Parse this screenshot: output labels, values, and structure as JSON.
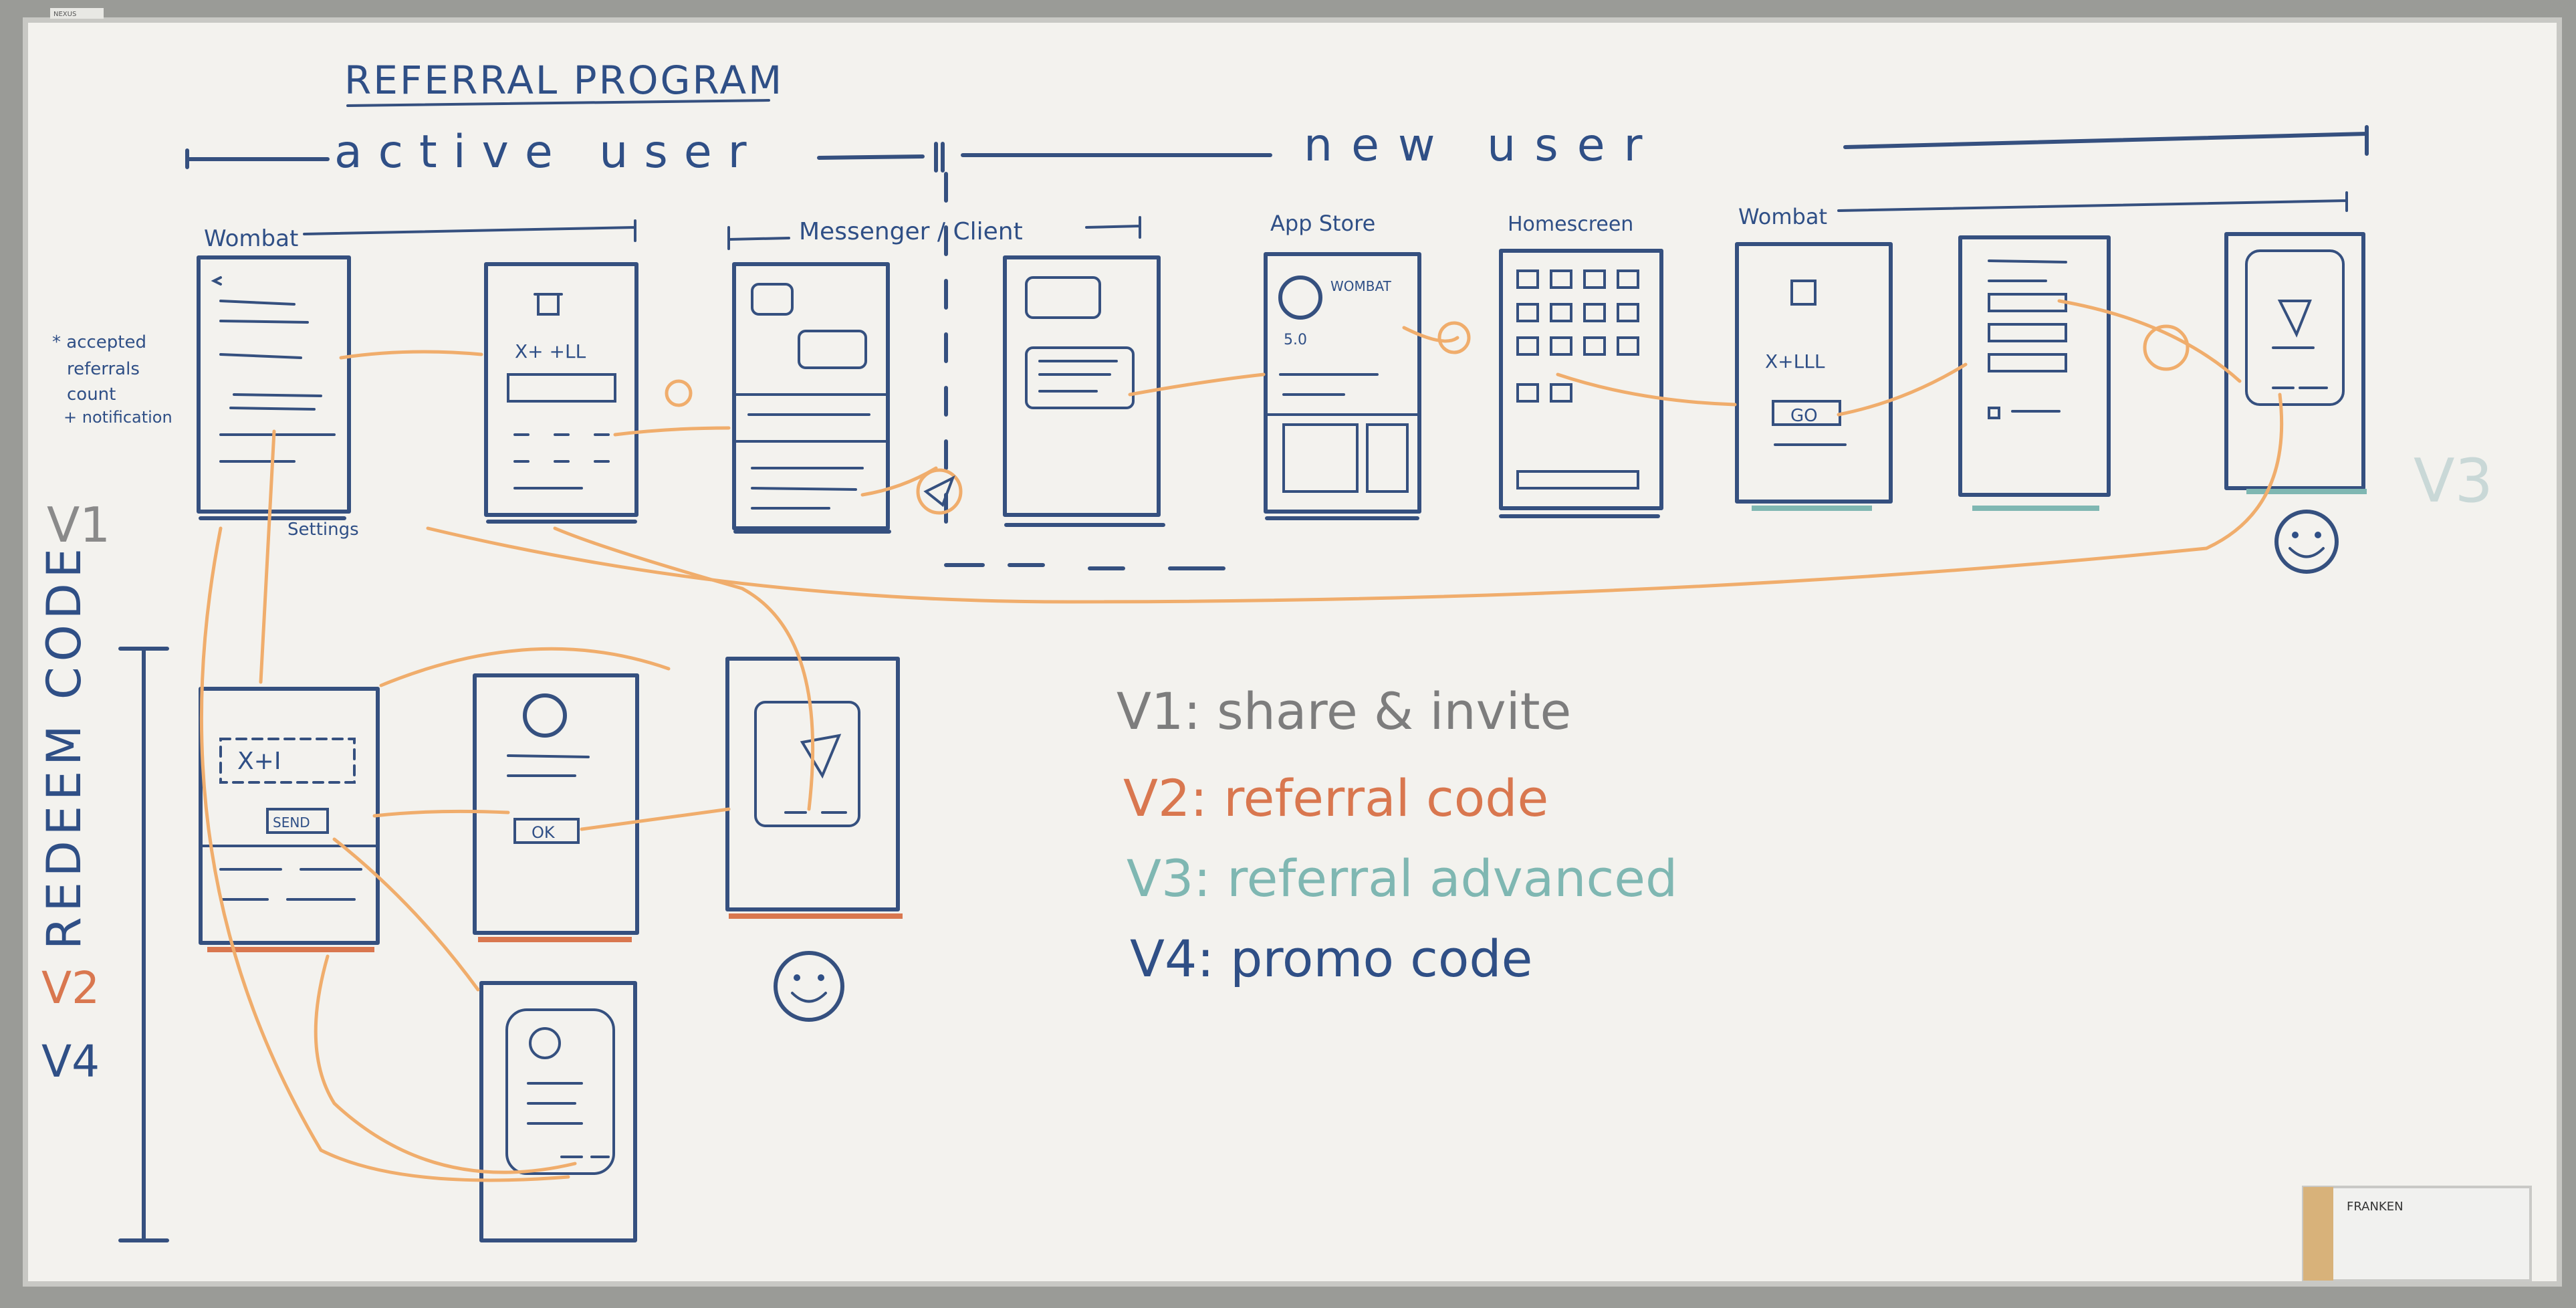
{
  "board": {
    "title": "REFERRAL PROGRAM",
    "sections": {
      "active_user": "active user",
      "new_user": "new user"
    },
    "screen_labels": {
      "wombat_1": "Wombat",
      "messenger": "Messenger / Client",
      "app_store": "App Store",
      "homescreen": "Homescreen",
      "wombat_2": "Wombat",
      "settings": "Settings"
    },
    "side_note": [
      "* accepted",
      "referrals",
      "count",
      "+ notification"
    ],
    "row_labels": {
      "v1": "V1",
      "v3": "V3",
      "v2": "V2",
      "v4": "V4"
    },
    "redeem_label": "REDEEM CODE",
    "sketch_texts": {
      "invite_text": "X+ +LL",
      "code_box": "X+I",
      "send_btn": "SEND",
      "ok_btn": "OK",
      "go_btn": "GO",
      "invite_text_2": "X+LLL",
      "wombat_listing": "WOMBAT",
      "rating": "5.0"
    },
    "legend": [
      {
        "label": "V1: share & invite",
        "color": "#7d7d7d"
      },
      {
        "label": "V2: referral code",
        "color": "#d9774f"
      },
      {
        "label": "V3: referral advanced",
        "color": "#7fb7b2"
      },
      {
        "label": "V4: promo code",
        "color": "#2f4f86"
      }
    ],
    "eraser_brand": "FRANKEN",
    "frame_sticker": "NEXUS"
  }
}
